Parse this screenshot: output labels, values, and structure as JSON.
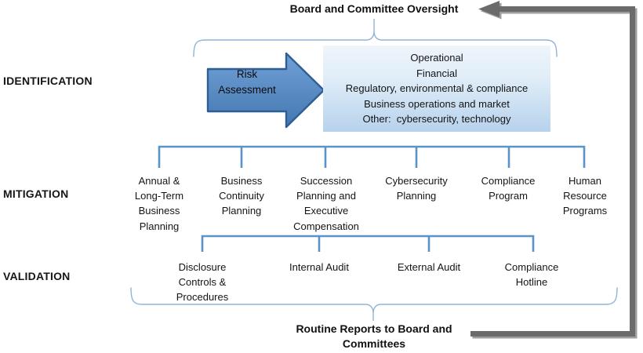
{
  "header": {
    "title": "Board and Committee Oversight"
  },
  "sections": {
    "identification": {
      "label": "IDENTIFICATION",
      "risk_arrow_label": "Risk Assessment",
      "risk_categories": [
        "Operational",
        "Financial",
        "Regulatory, environmental & compliance",
        "Business operations and market",
        "Other:  cybersecurity, technology"
      ]
    },
    "mitigation": {
      "label": "MITIGATION",
      "items": [
        "Annual & Long-Term Business Planning",
        "Business Continuity Planning",
        "Succession Planning and Executive Compensation",
        "Cybersecurity Planning",
        "Compliance Program",
        "Human Resource Programs"
      ]
    },
    "validation": {
      "label": "VALIDATION",
      "items": [
        "Disclosure Controls & Procedures",
        "Internal Audit",
        "External Audit",
        "Compliance Hotline"
      ]
    }
  },
  "footer": {
    "text": "Routine Reports to Board and Committees"
  },
  "colors": {
    "connector_blue": "#5b93c9",
    "brace_blue": "#8fb3d7",
    "risk_arrow_fill": "#5a8cc4",
    "risk_arrow_border": "#2d5f95",
    "feedback_arrow_gray": "#6b6b6b",
    "box_gradient_top": "#eff5fa",
    "box_gradient_bottom": "#b7d2ec",
    "text": "#141414"
  }
}
